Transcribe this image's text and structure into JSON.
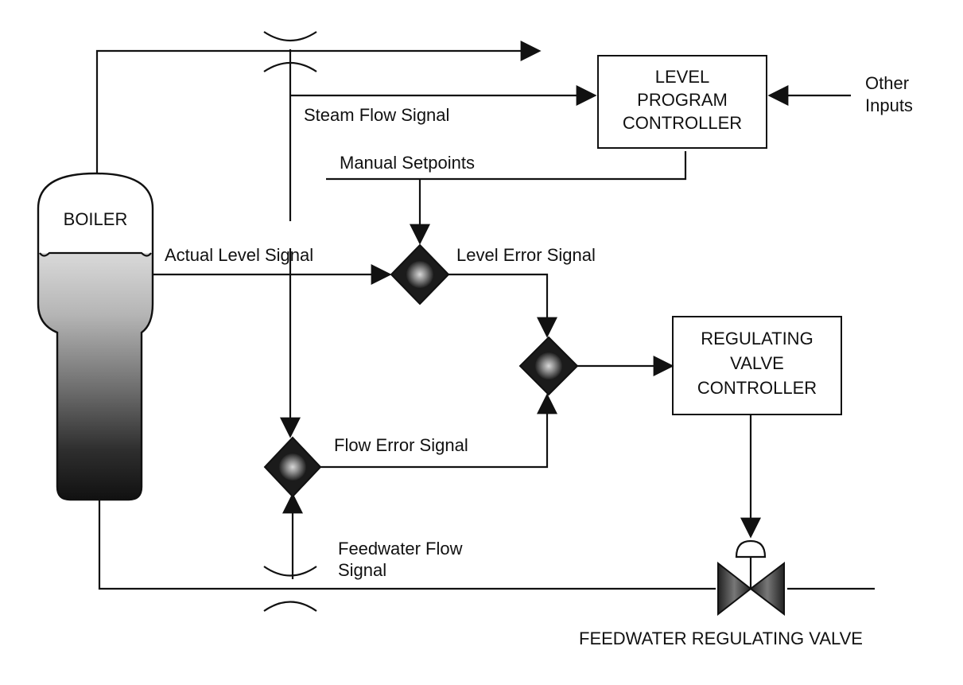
{
  "boiler": {
    "label": "BOILER"
  },
  "controllers": {
    "level_program": {
      "lines": [
        "LEVEL",
        "PROGRAM",
        "CONTROLLER"
      ]
    },
    "regulating_valve": {
      "lines": [
        "REGULATING",
        "VALVE",
        "CONTROLLER"
      ]
    }
  },
  "inputs": {
    "other_inputs": [
      "Other",
      "Inputs"
    ]
  },
  "signals": {
    "steam_flow": "Steam Flow Signal",
    "manual_setpoints": "Manual Setpoints",
    "actual_level": "Actual Level Signal",
    "level_error": "Level Error Signal",
    "flow_error": "Flow Error Signal",
    "feedwater_flow": [
      "Feedwater Flow",
      "Signal"
    ]
  },
  "valve": {
    "label": "FEEDWATER REGULATING VALVE"
  },
  "colors": {
    "ink": "#111111",
    "paper": "#ffffff",
    "summer_center": "#c8c8c8"
  }
}
